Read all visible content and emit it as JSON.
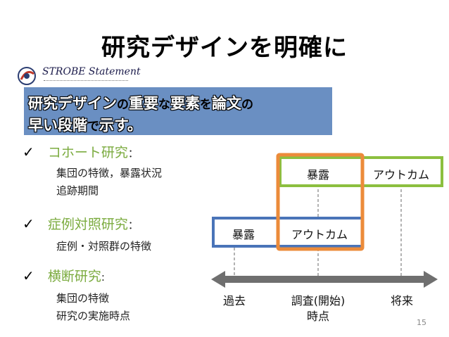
{
  "slide_title": "研究デザインを明確に",
  "logo": {
    "text": "STROBE Statement"
  },
  "banner": {
    "line1": [
      {
        "t": "研究デザイン",
        "s": "big"
      },
      {
        "t": "の",
        "s": "small"
      },
      {
        "t": "重要",
        "s": "big"
      },
      {
        "t": "な",
        "s": "small"
      },
      {
        "t": "要素",
        "s": "big"
      },
      {
        "t": "を",
        "s": "small"
      },
      {
        "t": "論文",
        "s": "big"
      },
      {
        "t": "の",
        "s": "small"
      }
    ],
    "line2": [
      {
        "t": "早い段階",
        "s": "big"
      },
      {
        "t": "で",
        "s": "small"
      },
      {
        "t": "示す。",
        "s": "big"
      }
    ]
  },
  "sections": [
    {
      "check": "✓",
      "title": "コホート研究",
      "suffix": "：",
      "lines": [
        "集団の特徴，暴露状況",
        "追跡期間"
      ]
    },
    {
      "check": "✓",
      "title": "症例対照研究",
      "suffix": "：",
      "lines": [
        "症例・対照群の特徴"
      ]
    },
    {
      "check": "✓",
      "title": "横断研究",
      "suffix": ":",
      "lines": [
        "集団の特徴",
        "研究の実施時点"
      ]
    }
  ],
  "diagram": {
    "cohort": {
      "exposure": "暴露",
      "outcome": "アウトカム",
      "color": "#8cbf3f"
    },
    "case_control": {
      "exposure": "暴露",
      "outcome": "アウトカム",
      "color": "#4a74b8"
    },
    "cross_sectional": {
      "color": "#ec8b3a"
    },
    "timeline": {
      "past": "過去",
      "survey_line1": "調査(開始)",
      "survey_line2": "時点",
      "future": "将来",
      "arrow_color": "#6f6f6f"
    }
  },
  "page_number": "15"
}
